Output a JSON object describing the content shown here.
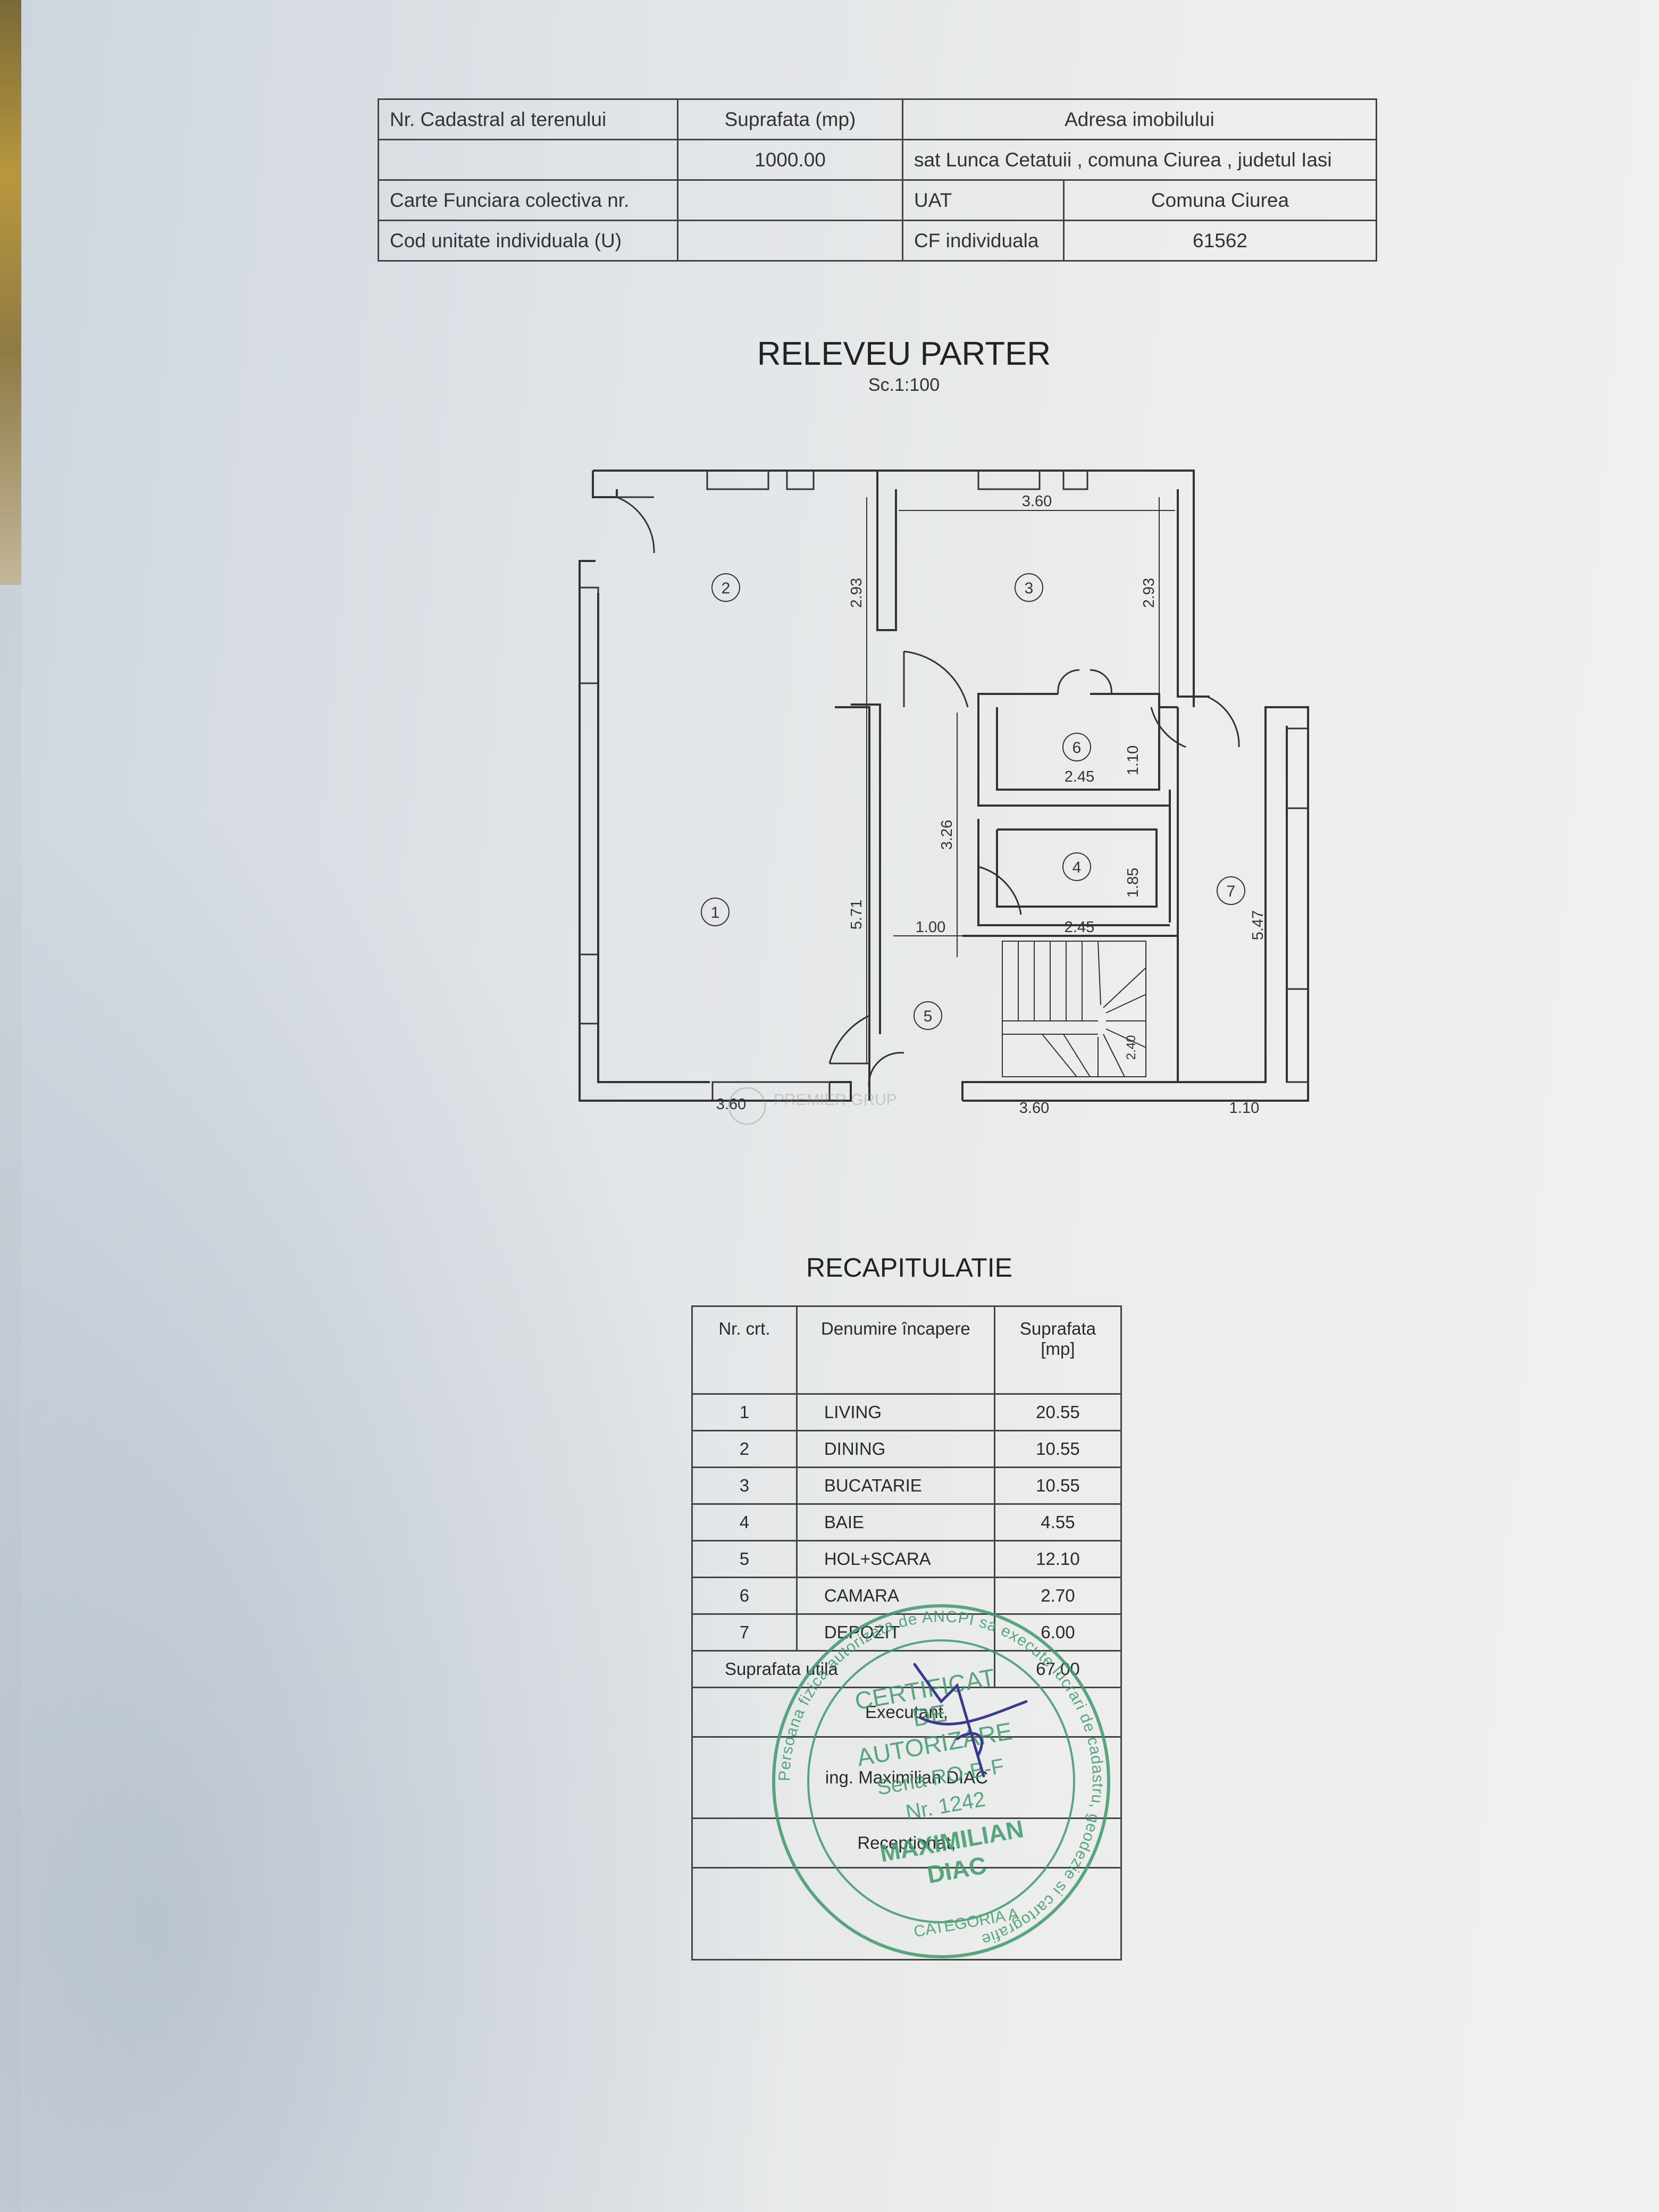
{
  "header": {
    "nr_cadastral_label": "Nr. Cadastral al terenului",
    "suprafata_label": "Suprafata (mp)",
    "adresa_label": "Adresa imobilului",
    "suprafata_value": "1000.00",
    "adresa_value": "sat Lunca Cetatuii , comuna Ciurea , judetul Iasi",
    "carte_funciara_label": "Carte Funciara colectiva nr.",
    "uat_label": "UAT",
    "uat_value": "Comuna Ciurea",
    "cod_unitate_label": "Cod unitate individuala (U)",
    "cf_individuala_label": "CF individuala",
    "cf_individuala_value": "61562"
  },
  "plan": {
    "title": "RELEVEU PARTER",
    "scale": "Sc.1:100",
    "room_numbers": [
      "1",
      "2",
      "3",
      "4",
      "5",
      "6",
      "7"
    ],
    "dimensions": {
      "room3_width": "3.60",
      "room2_height": "2.93",
      "room3_height": "2.93",
      "room6_width": "2.45",
      "room6_height": "1.10",
      "hall_height": "3.26",
      "room4_height": "1.85",
      "hall_width": "1.00",
      "room4_width": "2.45",
      "living_height": "5.71",
      "room7_height": "5.47",
      "stair_label": "2.40",
      "living_width": "3.60",
      "stair_width": "3.60",
      "room7_width": "1.10"
    },
    "watermark": "PREMIER GRUP"
  },
  "recap": {
    "title": "RECAPITULATIE",
    "col_nr": "Nr. crt.",
    "col_name": "Denumire încapere",
    "col_area": "Suprafata [mp]",
    "rows": [
      {
        "nr": "1",
        "name": "LIVING",
        "area": "20.55"
      },
      {
        "nr": "2",
        "name": "DINING",
        "area": "10.55"
      },
      {
        "nr": "3",
        "name": "BUCATARIE",
        "area": "10.55"
      },
      {
        "nr": "4",
        "name": "BAIE",
        "area": "4.55"
      },
      {
        "nr": "5",
        "name": "HOL+SCARA",
        "area": "12.10"
      },
      {
        "nr": "6",
        "name": "CAMARA",
        "area": "2.70"
      },
      {
        "nr": "7",
        "name": "DEPOZIT",
        "area": "6.00"
      }
    ],
    "total_label": "Suprafata utila",
    "total_value": "67.00",
    "executant_label": "Executant,",
    "executant_name": "ing. Maximilian DIAC",
    "receptionat_label": "Receptionat,"
  },
  "stamp": {
    "ring_text": "Persoana fizica autorizata de ANCPI sa execute lucrari de cadastru, geodezie si cartografie",
    "line1": "CERTIFICAT",
    "line2": "DE",
    "line3": "AUTORIZARE",
    "line4": "Seria RO-B-F",
    "line5": "Nr. 1242",
    "line6": "MAXIMILIAN",
    "line7": "DIAC",
    "category": "CATEGORIA A",
    "color": "#3f9a6a"
  }
}
